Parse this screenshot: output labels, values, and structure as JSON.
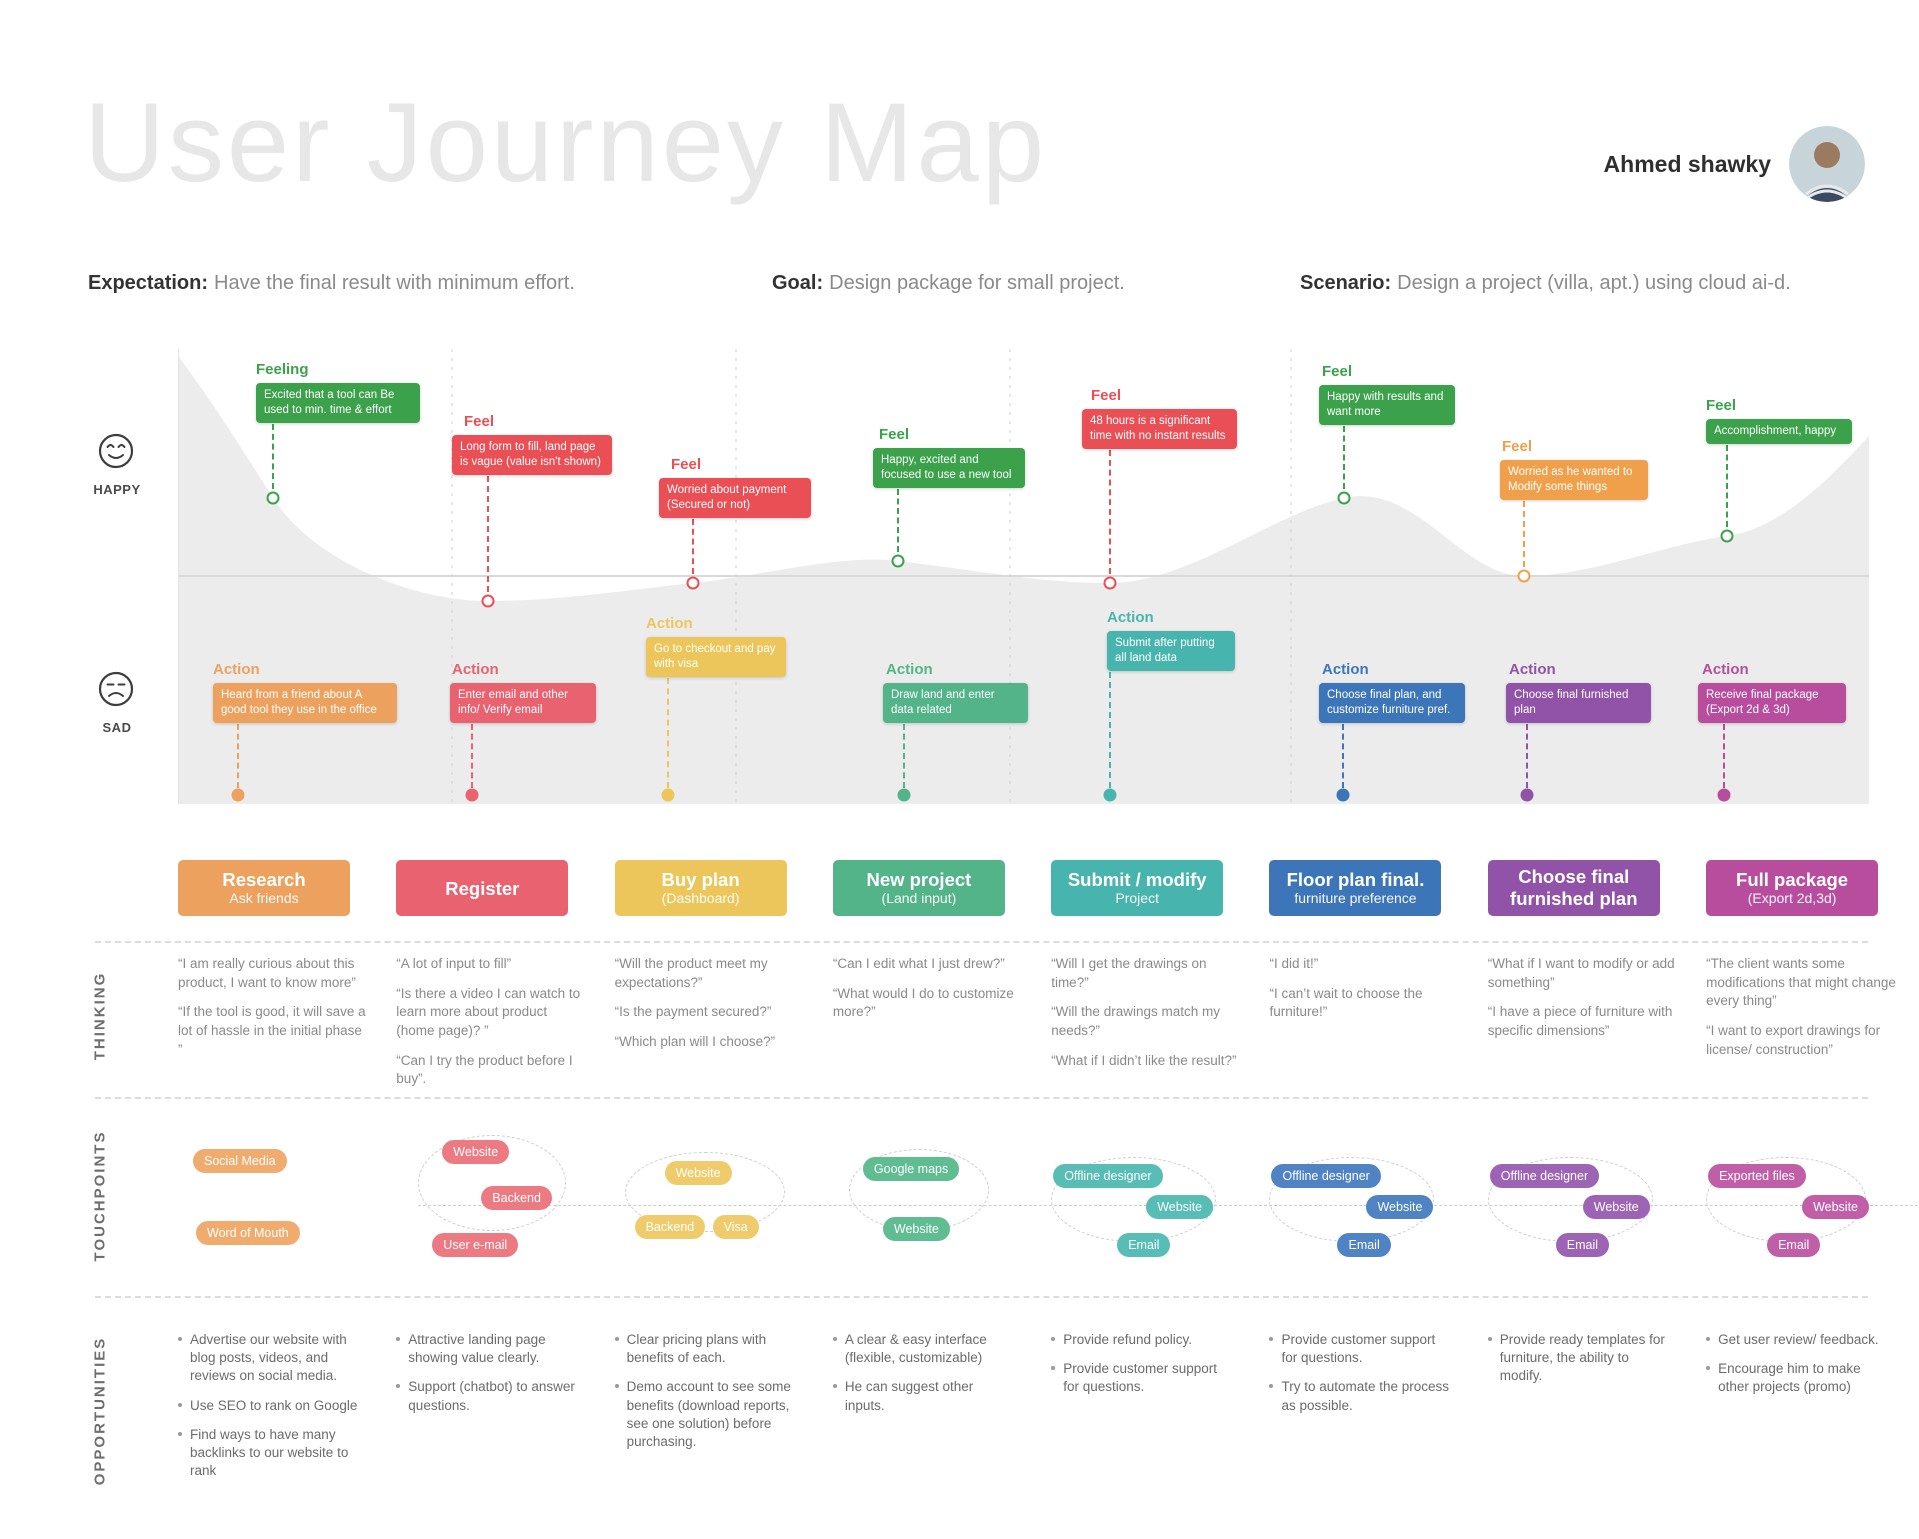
{
  "palette": {
    "col_orange": "#EDA15F",
    "col_red": "#E8636F",
    "col_yellow": "#ECC65B",
    "col_green": "#52B488",
    "col_teal": "#47B5AD",
    "col_blue": "#3D76B8",
    "col_purple": "#9053A8",
    "col_magenta": "#B84D9E",
    "feel_green": "#3BA24B",
    "feel_red": "#E94F55",
    "feel_orange": "#F0A04B",
    "title_gray": "#E7E7E7",
    "curve_gray": "#ECECEC"
  },
  "header": {
    "title": "User Journey Map",
    "author": "Ahmed shawky",
    "expectation_label": "Expectation:",
    "expectation_text": "Have the final result with minimum effort.",
    "goal_label": "Goal:",
    "goal_text": "Design package for small project.",
    "scenario_label": "Scenario:",
    "scenario_text": "Design a project (villa, apt.) using cloud ai-d."
  },
  "axis": {
    "happy": "HAPPY",
    "sad": "SAD"
  },
  "rows": {
    "thinking": "THINKING",
    "touchpoints": "TOUCHPOINTS",
    "opportunities": "OPPORTUNITIES"
  },
  "chart": {
    "feels": [
      {
        "label": "Feeling",
        "text": "Excited that a tool can Be used to min. time & effort"
      },
      {
        "label": "Feel",
        "text": "Long form to fill, land page is vague (value isn't shown)"
      },
      {
        "label": "Feel",
        "text": "Worried about payment (Secured or not)"
      },
      {
        "label": "Feel",
        "text": "Happy, excited and focused to use a new tool"
      },
      {
        "label": "Feel",
        "text": "48 hours is a significant time with no instant results"
      },
      {
        "label": "Feel",
        "text": "Happy with results and want more"
      },
      {
        "label": "Feel",
        "text": "Worried as he wanted to Modify some things"
      },
      {
        "label": "Feel",
        "text": "Accomplishment, happy"
      }
    ],
    "actions": [
      {
        "label": "Action",
        "text": "Heard from a friend about A good tool they use in the office"
      },
      {
        "label": "Action",
        "text": "Enter email and other info/ Verify email"
      },
      {
        "label": "Action",
        "text": "Go to checkout and pay with visa"
      },
      {
        "label": "Action",
        "text": "Draw land and enter data related"
      },
      {
        "label": "Action",
        "text": "Submit after putting all land data"
      },
      {
        "label": "Action",
        "text": "Choose final plan, and customize furniture pref."
      },
      {
        "label": "Action",
        "text": "Choose final furnished plan"
      },
      {
        "label": "Action",
        "text": "Receive final package (Export 2d & 3d)"
      }
    ]
  },
  "stages": [
    {
      "title": "Research",
      "subtitle": "Ask friends"
    },
    {
      "title": "Register",
      "subtitle": ""
    },
    {
      "title": "Buy plan",
      "subtitle": "(Dashboard)"
    },
    {
      "title": "New project",
      "subtitle": "(Land input)"
    },
    {
      "title": "Submit / modify",
      "subtitle": "Project"
    },
    {
      "title": "Floor plan final.",
      "subtitle": "furniture preference"
    },
    {
      "title": "Choose final",
      "subtitle": "furnished plan"
    },
    {
      "title": "Full package",
      "subtitle": "(Export 2d,3d)"
    }
  ],
  "thinking": [
    [
      "“I am really curious about this product, I want to know more”",
      "“If the tool is good, it will save a lot of hassle in the initial phase ”"
    ],
    [
      "“A lot of input to fill”",
      "“Is there a video I can watch to learn more about product (home page)? ”",
      "“Can I try the product before I buy”."
    ],
    [
      "“Will the product meet my expectations?”",
      "“Is the payment secured?”",
      "“Which plan will I choose?”"
    ],
    [
      "“Can I edit what I just drew?”",
      "“What would I do to customize more?”"
    ],
    [
      "“Will I get the drawings on time?”",
      "“Will the drawings match my needs?”",
      "“What if I didn’t like the result?”"
    ],
    [
      "“I did it!”",
      "“I can’t wait to choose the furniture!”"
    ],
    [
      "“What if I want to modify or add something”",
      "“I have a piece of furniture with specific dimensions”"
    ],
    [
      "“The client wants some modifications that might change every thing”",
      "“I want to export drawings for license/ construction”"
    ]
  ],
  "touchpoints": [
    [
      "Social Media",
      "Word of Mouth"
    ],
    [
      "Website",
      "Backend",
      "User e-mail"
    ],
    [
      "Website",
      "Backend",
      "Visa"
    ],
    [
      "Google maps",
      "Website"
    ],
    [
      "Offline designer",
      "Website",
      "Email"
    ],
    [
      "Offline designer",
      "Website",
      "Email"
    ],
    [
      "Offline designer",
      "Website",
      "Email"
    ],
    [
      "Exported files",
      "Website",
      "Email"
    ]
  ],
  "opportunities": [
    [
      "Advertise our website with blog posts, videos, and reviews on social media.",
      "Use SEO to rank on Google",
      "Find ways to have many backlinks to our website to rank"
    ],
    [
      "Attractive landing page showing value clearly.",
      "Support (chatbot) to answer questions."
    ],
    [
      "Clear pricing plans with benefits of each.",
      "Demo account to see some benefits (download reports, see one solution) before purchasing."
    ],
    [
      "A clear & easy interface (flexible, customizable)",
      "He can suggest other inputs."
    ],
    [
      "Provide refund policy.",
      "Provide customer support for questions."
    ],
    [
      "Provide customer support for questions.",
      "Try to automate the process as possible."
    ],
    [
      "Provide ready templates for furniture, the ability to modify."
    ],
    [
      "Get user review/ feedback.",
      "Encourage him to make other projects (promo)"
    ]
  ]
}
